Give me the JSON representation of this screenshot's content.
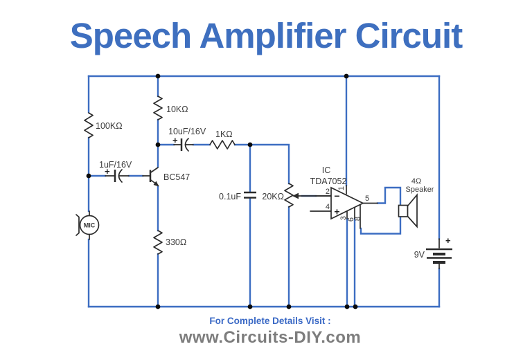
{
  "title": "Speech Amplifier Circuit",
  "footer": {
    "line1": "For Complete Details Visit :",
    "line2": "www.Circuits-DIY.com"
  },
  "colors": {
    "wire": "#3c6dc2",
    "component": "#2b2b2b",
    "title": "#3e6fbf",
    "footer_blue": "#3968c5",
    "footer_gray": "#7d7d7d",
    "label": "#3b3b3b"
  },
  "components": {
    "r1": {
      "label": "100KΩ"
    },
    "r2": {
      "label": "10KΩ"
    },
    "r3": {
      "label": "1KΩ"
    },
    "r4": {
      "label": "330Ω"
    },
    "c1": {
      "label": "1uF/16V",
      "polarity": "+"
    },
    "c2": {
      "label": "10uF/16V",
      "polarity": "+"
    },
    "c3": {
      "label": "0.1uF"
    },
    "pot": {
      "label": "20KΩ"
    },
    "transistor": {
      "label": "BC547"
    },
    "mic": {
      "label": "MIC"
    },
    "ic": {
      "designator": "IC",
      "part": "TDA7052",
      "minus": "−",
      "plus": "+",
      "pins": {
        "p1": "1",
        "p2": "2",
        "p3": "3",
        "p4": "4",
        "p5": "5",
        "p6": "6",
        "p8": "8"
      }
    },
    "speaker": {
      "impedance": "4Ω",
      "label": "Speaker"
    },
    "battery": {
      "label": "9V",
      "polarity": "+"
    }
  }
}
